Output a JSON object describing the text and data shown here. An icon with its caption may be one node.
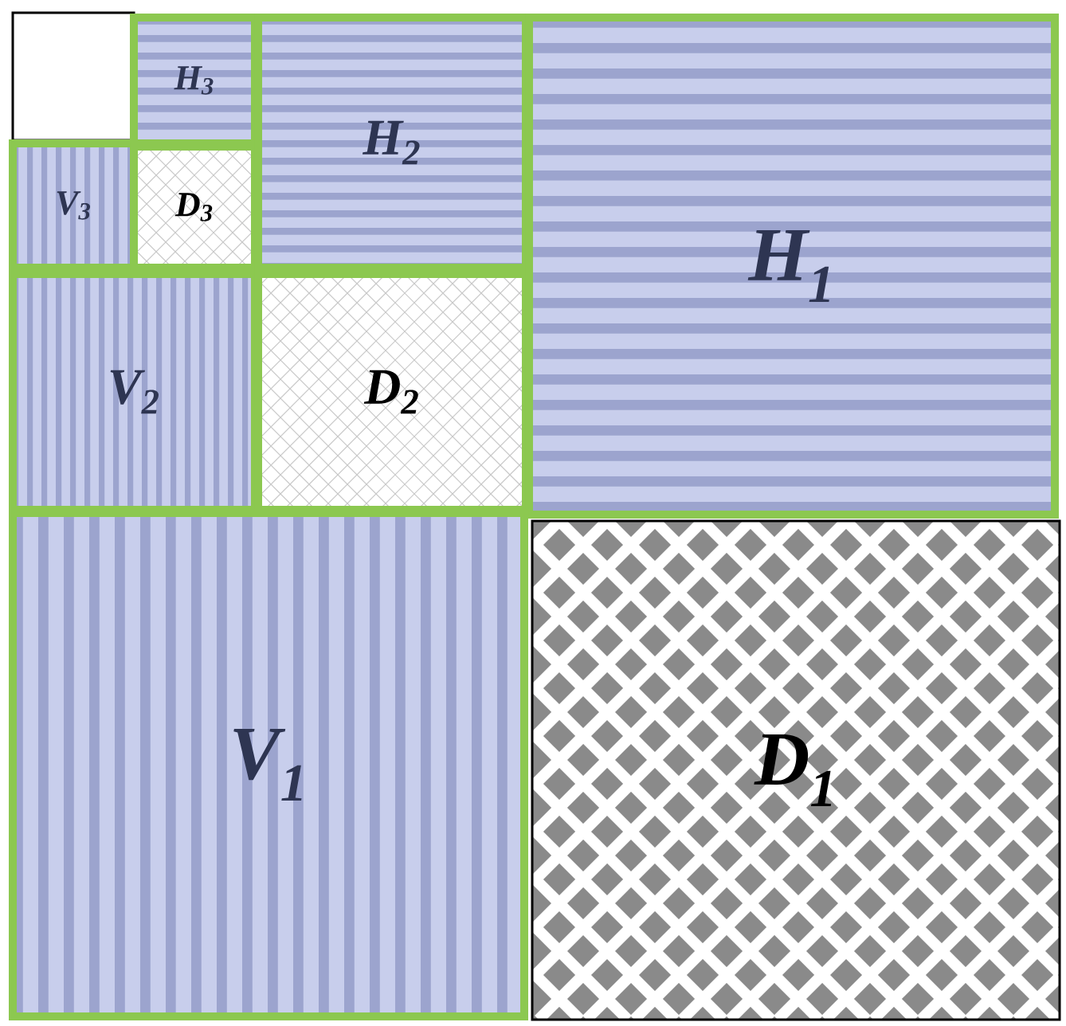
{
  "diagram": {
    "nodes": [
      {
        "text": [],
        "shape": "box"
      },
      {
        "text": [
          "H$_{3}$"
        ]
      },
      {
        "text": [
          "V$_{3}$"
        ]
      },
      {
        "text": [
          "D$_{3}$"
        ]
      },
      {
        "text": [
          "H$_{2}$"
        ]
      },
      {
        "text": [
          "V$_{2}$"
        ]
      },
      {
        "text": [
          "D$_{2}$"
        ]
      },
      {
        "text": [
          "H$_{1}$"
        ]
      },
      {
        "text": [
          "V$_{1}$"
        ]
      },
      {
        "text": [
          "D$_{1}$"
        ]
      }
    ]
  }
}
